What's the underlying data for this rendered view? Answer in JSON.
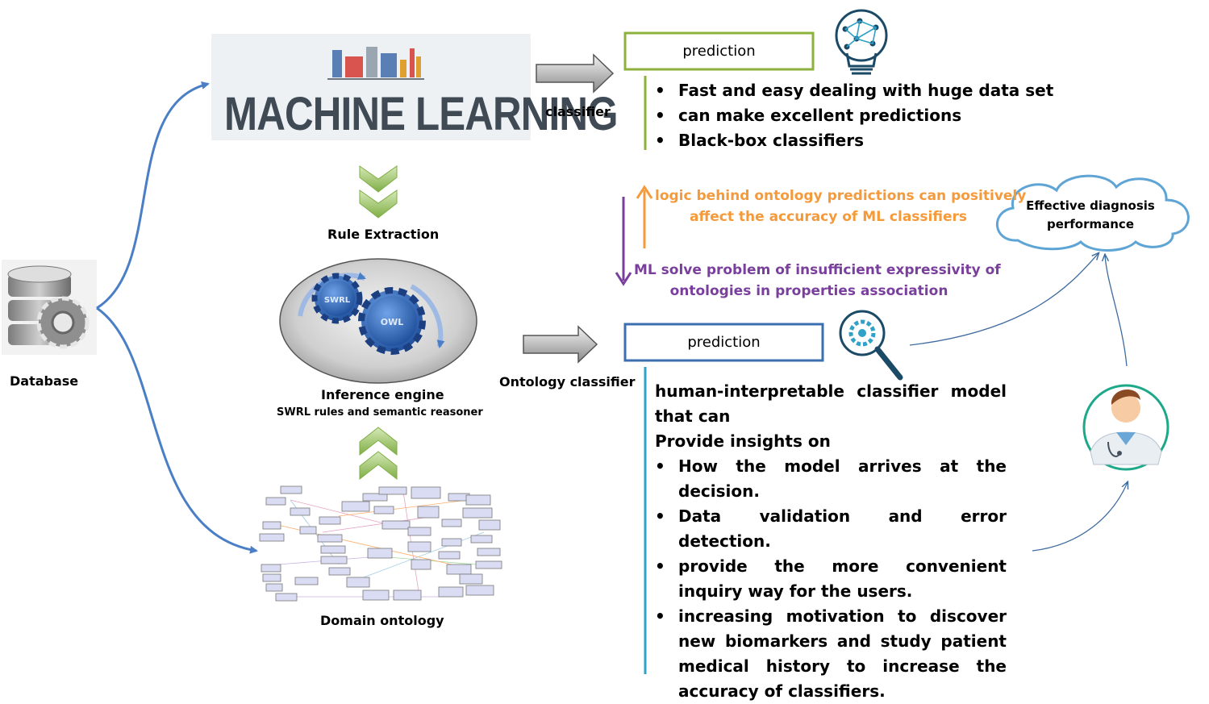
{
  "database": {
    "label": "Database",
    "icon": "database-gear-icon"
  },
  "machine_learning": {
    "title": "MACHINE LEARNING",
    "icon": "ml-banner-icon"
  },
  "rule_extraction": {
    "label": "Rule Extraction"
  },
  "inference_engine": {
    "swrl": "SWRL",
    "owl": "OWL",
    "title": "Inference engine",
    "subtitle": "SWRL rules and semantic reasoner"
  },
  "domain_ontology": {
    "label": "Domain ontology"
  },
  "classifier_arrow": {
    "label": "classifier"
  },
  "ontology_arrow": {
    "label": "Ontology classifier"
  },
  "ml_prediction": {
    "box_label": "prediction",
    "bullets": [
      "Fast and easy dealing with huge data set",
      "can make excellent predictions",
      "Black-box classifiers"
    ]
  },
  "orange_note": {
    "line1": "logic behind ontology predictions can positively",
    "line2": "affect the accuracy of ML classifiers"
  },
  "purple_note": {
    "line1": "ML solve problem of insufficient expressivity of",
    "line2": "ontologies in properties association"
  },
  "onto_prediction": {
    "box_label": "prediction",
    "intro": "human-interpretable classifier model that can",
    "provide": "Provide insights on",
    "bullets": [
      "How the model arrives at the decision.",
      "Data validation and error detection.",
      "provide the more convenient inquiry way for the users.",
      "increasing motivation to discover new biomarkers and study patient medical history to increase the accuracy of classifiers."
    ]
  },
  "cloud": {
    "line1": "Effective diagnosis",
    "line2": "performance"
  },
  "colors": {
    "green": "#8db13d",
    "blue": "#3b6fb0",
    "teal": "#31a1c8",
    "orange": "#f59a3a",
    "purple": "#7a3f9d",
    "flow_arrow": "#4a7fc6",
    "chevron": "#96c25a"
  }
}
